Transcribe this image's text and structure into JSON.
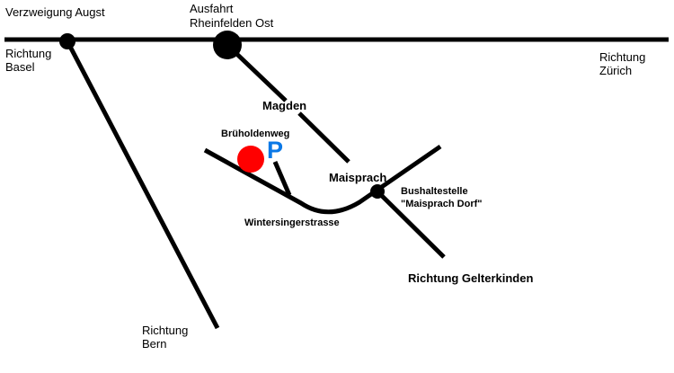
{
  "colors": {
    "road": "#000000",
    "marker": "#ff0000",
    "parking": "#0a78e6",
    "background": "#ffffff"
  },
  "icons": {
    "destination_marker": "red-circle",
    "parking": "parking-sign"
  },
  "labels": {
    "verzweigung_augst": "Verzweigung Augst",
    "ausfahrt_line1": "Ausfahrt",
    "ausfahrt_line2": "Rheinfelden Ost",
    "richtung_basel_line1": "Richtung",
    "richtung_basel_line2": "Basel",
    "richtung_zuerich_line1": "Richtung",
    "richtung_zuerich_line2": "Zürich",
    "magden": "Magden",
    "bruholdenweg": "Brüholdenweg",
    "parking_symbol": "P",
    "maisprach": "Maisprach",
    "bushaltestelle_line1": "Bushaltestelle",
    "bushaltestelle_line2": "\"Maisprach Dorf\"",
    "wintersingerstrasse": "Wintersingerstrasse",
    "richtung_gelterkinden": "Richtung Gelterkinden",
    "richtung_bern_line1": "Richtung",
    "richtung_bern_line2": "Bern"
  }
}
